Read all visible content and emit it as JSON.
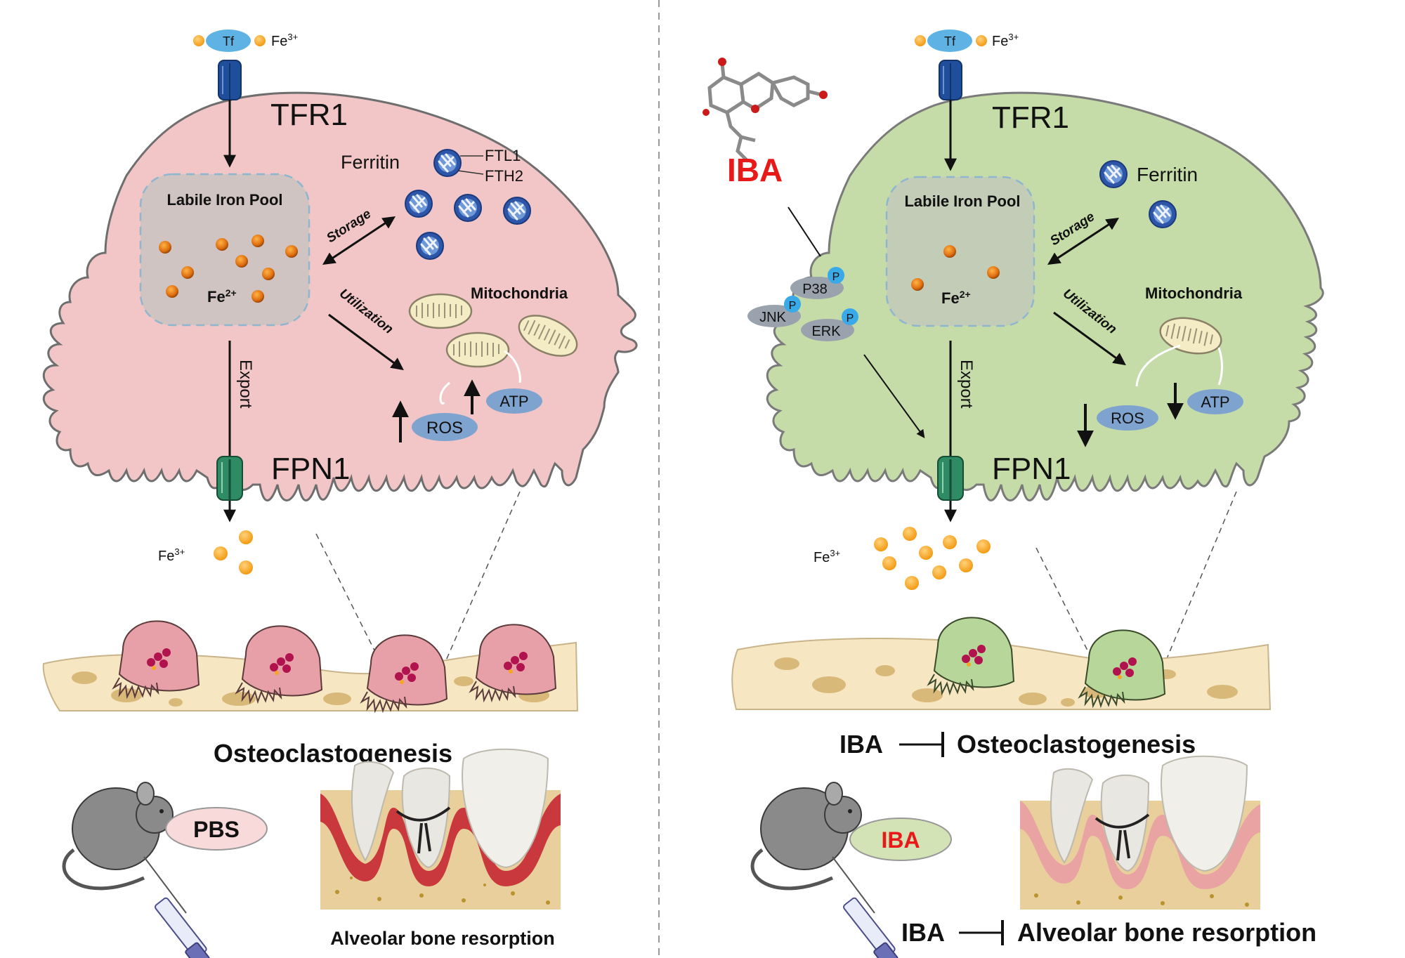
{
  "colors": {
    "control_cell": "#f2c6c7",
    "treated_cell": "#c5dca8",
    "cell_outline": "#7a7a7a",
    "iron_pool": "#cfc4c1",
    "iron_pool_treated": "#c3ccb6",
    "pool_border": "#8fb6cf",
    "fe2_dot": "#e0700f",
    "fe3_dot": "#f5a623",
    "tf": "#5eb3e4",
    "tfr1": "#1f4e9a",
    "fpn1": "#2e8b63",
    "ferritin": "#2d55a8",
    "mito": "#f4ecc4",
    "ros_atp": "#7fa3cf",
    "ros_text": "#1c3a8c",
    "kinase": "#9aa2ad",
    "phospho": "#3aa9e8",
    "iba_red": "#e81919",
    "bone": "#f6e6c2",
    "bone_pore": "#d9b97a",
    "gum_control": "#c9383d",
    "gum_treated": "#eaa3a3",
    "pbs_fill": "#f9dada",
    "iba_fill": "#d3e3b5",
    "divider": "#9a9a9a"
  },
  "left_panel": {
    "tf_label": "Tf",
    "fe3_label": "Fe",
    "fe3_sup": "3+",
    "receptor_label": "TFR1",
    "ferritin_label": "Ferritin",
    "ferritin_subunits": [
      "FTL1",
      "FTH2"
    ],
    "pool_title": "Labile Iron Pool",
    "fe2_label": "Fe",
    "fe2_sup": "2+",
    "storage_label": "Storage",
    "utilization_label": "Utilization",
    "mitochondria_label": "Mitochondria",
    "ros_label": "ROS",
    "atp_label": "ATP",
    "ros_direction": "up",
    "atp_direction": "up",
    "export_label": "Export",
    "exporter_label": "FPN1",
    "extracellular_fe_label": "Fe",
    "extracellular_fe_sup": "3+",
    "process_label": "Osteoclastogenesis",
    "injection_label": "PBS",
    "outcome_label": "Alveolar bone resorption",
    "ferritin_count": 5,
    "mitochondria_count": 3,
    "fe2_count": 9,
    "extracellular_fe3_count": 3,
    "osteoclast_count": 4
  },
  "right_panel": {
    "tf_label": "Tf",
    "fe3_label": "Fe",
    "fe3_sup": "3+",
    "compound_label": "IBA",
    "receptor_label": "TFR1",
    "ferritin_label": "Ferritin",
    "pool_title": "Labile Iron Pool",
    "fe2_label": "Fe",
    "fe2_sup": "2+",
    "storage_label": "Storage",
    "utilization_label": "Utilization",
    "mitochondria_label": "Mitochondria",
    "ros_label": "ROS",
    "atp_label": "ATP",
    "ros_direction": "down",
    "atp_direction": "down",
    "kinases": [
      "P38",
      "JNK",
      "ERK"
    ],
    "phospho_label": "P",
    "export_label": "Export",
    "exporter_label": "FPN1",
    "extracellular_fe_label": "Fe",
    "extracellular_fe_sup": "3+",
    "process_inhibitor": "IBA",
    "process_label": "Osteoclastogenesis",
    "injection_label": "IBA",
    "outcome_inhibitor": "IBA",
    "outcome_label": "Alveolar bone resorption",
    "ferritin_count": 2,
    "mitochondria_count": 1,
    "fe2_count": 3,
    "extracellular_fe3_count": 9,
    "osteoclast_count": 2
  }
}
